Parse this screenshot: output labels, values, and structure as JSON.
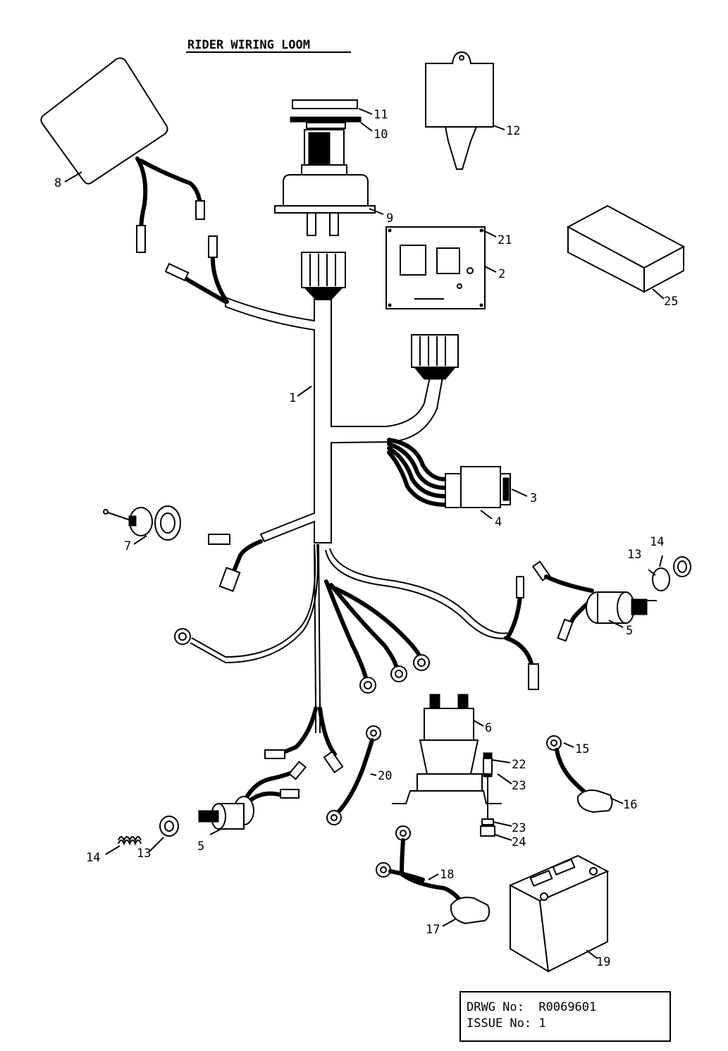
{
  "title": "RIDER WIRING LOOM",
  "part_labels": [
    "1",
    "2",
    "3",
    "4",
    "5",
    "5",
    "6",
    "7",
    "8",
    "9",
    "10",
    "11",
    "12",
    "13",
    "13",
    "14",
    "14",
    "15",
    "16",
    "17",
    "18",
    "19",
    "20",
    "21",
    "22",
    "23",
    "23",
    "24",
    "25"
  ],
  "title_block": {
    "drawing_label": "DRWG No:",
    "drawing_value": "R0069601",
    "issue_label": "ISSUE No:",
    "issue_value": "1"
  }
}
